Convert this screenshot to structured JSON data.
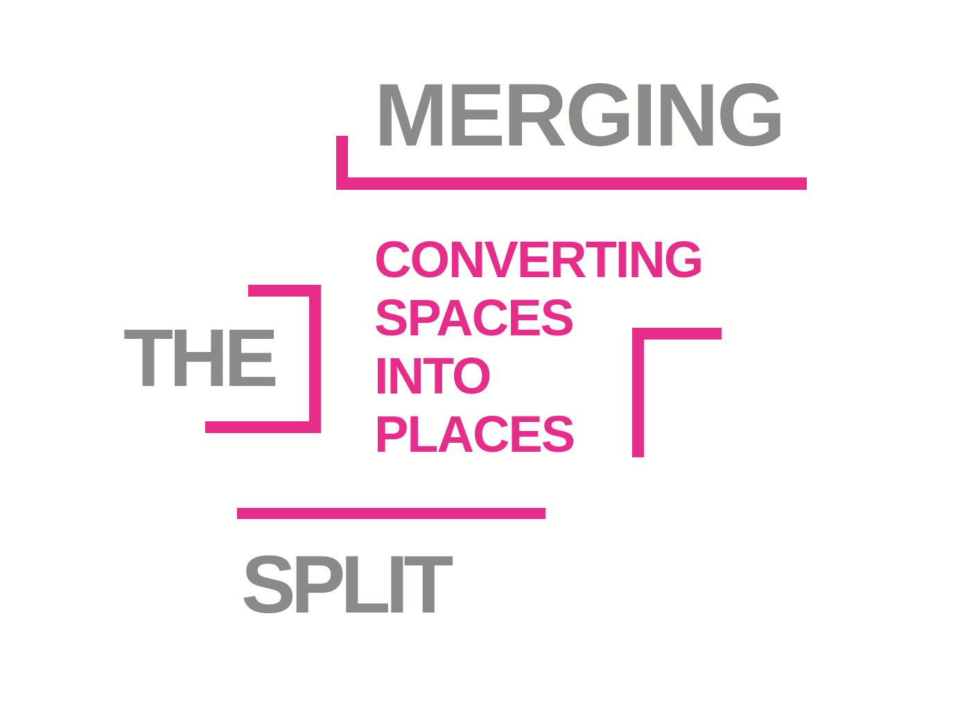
{
  "colors": {
    "pink": "#E72C8A",
    "gray": "#8A8A8A",
    "background": "#FFFFFD"
  },
  "title_top": {
    "label": "MERGING"
  },
  "title_left": {
    "label": "THE"
  },
  "tagline": {
    "lines": [
      "CONVERTING",
      "SPACES",
      "INTO",
      "PLACES"
    ]
  },
  "title_bottom": {
    "label": "SPLIT"
  },
  "shapes": {
    "merging_bracket": "bottom-left corner bracket under MERGING",
    "the_bracket": "right square bracket beside THE",
    "right_bracket": "top-left corner bracket right of tagline",
    "split_rule": "horizontal rule above SPLIT"
  }
}
